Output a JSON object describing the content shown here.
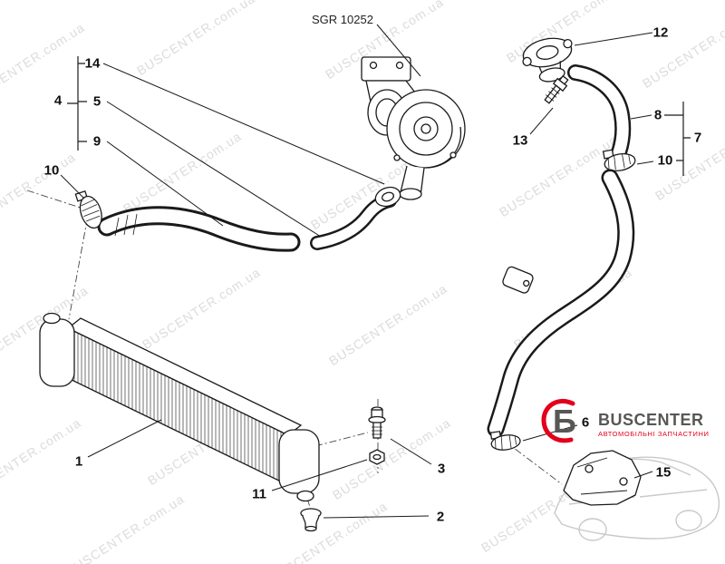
{
  "diagram_label": "SGR 10252",
  "watermark": {
    "text": "BUSCENTER.com.ua"
  },
  "callouts": [
    {
      "label": "14"
    },
    {
      "label": "4"
    },
    {
      "label": "5"
    },
    {
      "label": "9"
    },
    {
      "label": "10"
    },
    {
      "label": "12"
    },
    {
      "label": "13"
    },
    {
      "label": "8"
    },
    {
      "label": "7"
    },
    {
      "label": "10"
    },
    {
      "label": "1"
    },
    {
      "label": "3"
    },
    {
      "label": "11"
    },
    {
      "label": "2"
    },
    {
      "label": "6"
    },
    {
      "label": "15"
    }
  ],
  "logo": {
    "mark": "Б",
    "title": "BUSCENTER",
    "subtitle": "АВТОМОБІЛЬНІ ЗАПЧАСТИНИ"
  },
  "colors": {
    "line": "#1a1a1a",
    "watermark": "#dcdcdc",
    "brand_red": "#e2001a",
    "brand_gray": "#575756"
  }
}
